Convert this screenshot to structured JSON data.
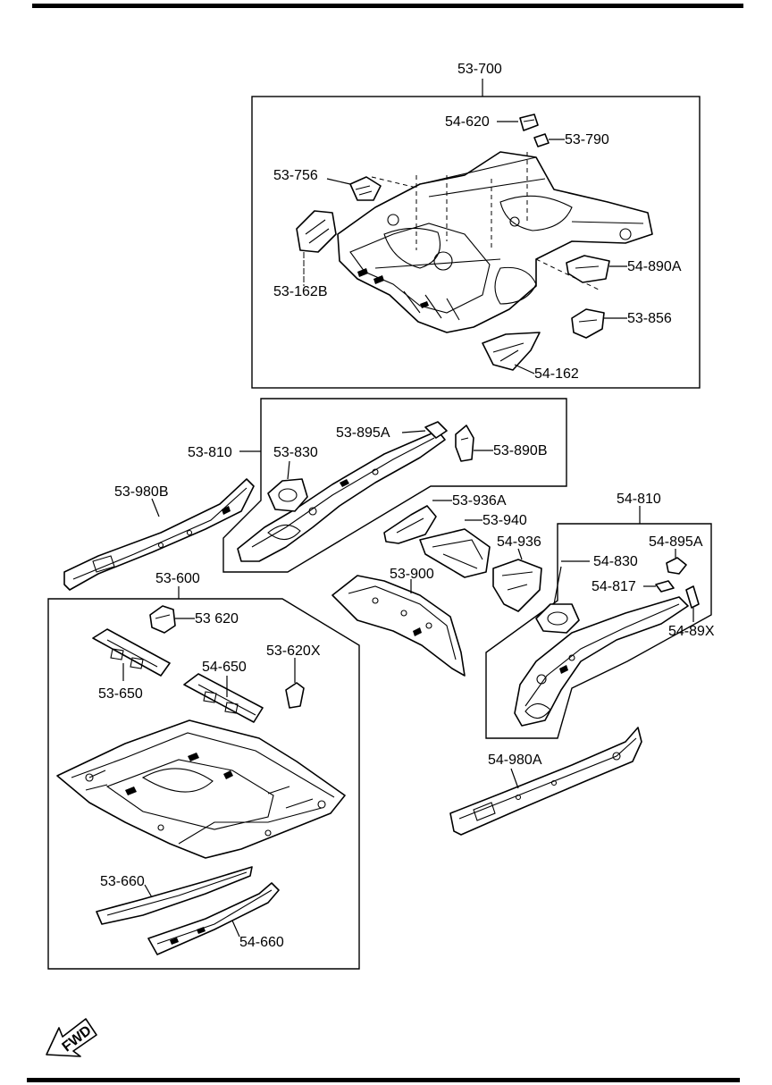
{
  "labels": {
    "p53_700": "53-700",
    "p54_620": "54-620",
    "p53_790": "53-790",
    "p53_756": "53-756",
    "p53_162b": "53-162B",
    "p54_890a": "54-890A",
    "p53_856": "53-856",
    "p54_162": "54-162",
    "p53_810": "53-810",
    "p53_830": "53-830",
    "p53_895a": "53-895A",
    "p53_890b": "53-890B",
    "p53_980b": "53-980B",
    "p53_936a": "53-936A",
    "p53_940": "53-940",
    "p54_936": "54-936",
    "p53_900": "53-900",
    "p54_810": "54-810",
    "p54_895a": "54-895A",
    "p54_830": "54-830",
    "p54_817": "54-817",
    "p54_89x": "54-89X",
    "p53_600": "53-600",
    "p53_620": "53 620",
    "p53_620x": "53-620X",
    "p54_650": "54-650",
    "p53_650": "53-650",
    "p54_980a": "54-980A",
    "p53_660": "53-660",
    "p54_660": "54-660",
    "fwd": "FWD"
  }
}
